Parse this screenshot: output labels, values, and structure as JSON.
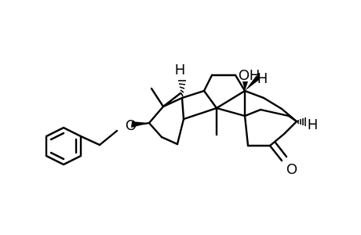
{
  "molecule": {
    "atom_labels": {
      "ether_oxygen": "O",
      "hydroxyl": "OH",
      "ketone_oxygen": "O",
      "h_top_left": "H",
      "h_top_right": "H",
      "h_right": "H"
    }
  }
}
